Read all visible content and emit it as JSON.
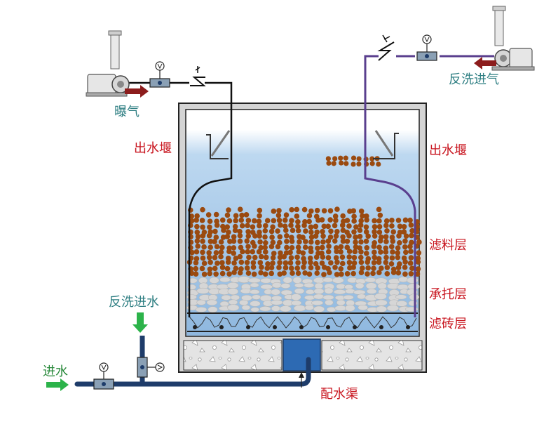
{
  "labels": {
    "aeration": "曝气",
    "backwash_air": "反洗进气",
    "outlet_weir_left": "出水堰",
    "outlet_weir_right": "出水堰",
    "filter_media_layer": "滤料层",
    "support_layer": "承托层",
    "filter_brick_layer": "滤砖层",
    "backwash_water_in": "反洗进水",
    "water_in": "进水",
    "distribution_channel": "配水渠"
  },
  "colors": {
    "label_red": "#c8141e",
    "label_teal": "#2f7f83",
    "label_green": "#2a8a3c",
    "pipe_dark": "#1e3c6a",
    "pipe_purple": "#5a3f8e",
    "media_brown": "#9a4a10",
    "water_blue": "#a9cbe9",
    "arrow_red": "#8c1c1c",
    "arrow_green": "#2cb34a"
  },
  "icons": [
    "blower-icon",
    "valve-icon",
    "check-valve-icon",
    "flow-arrow-icon"
  ]
}
